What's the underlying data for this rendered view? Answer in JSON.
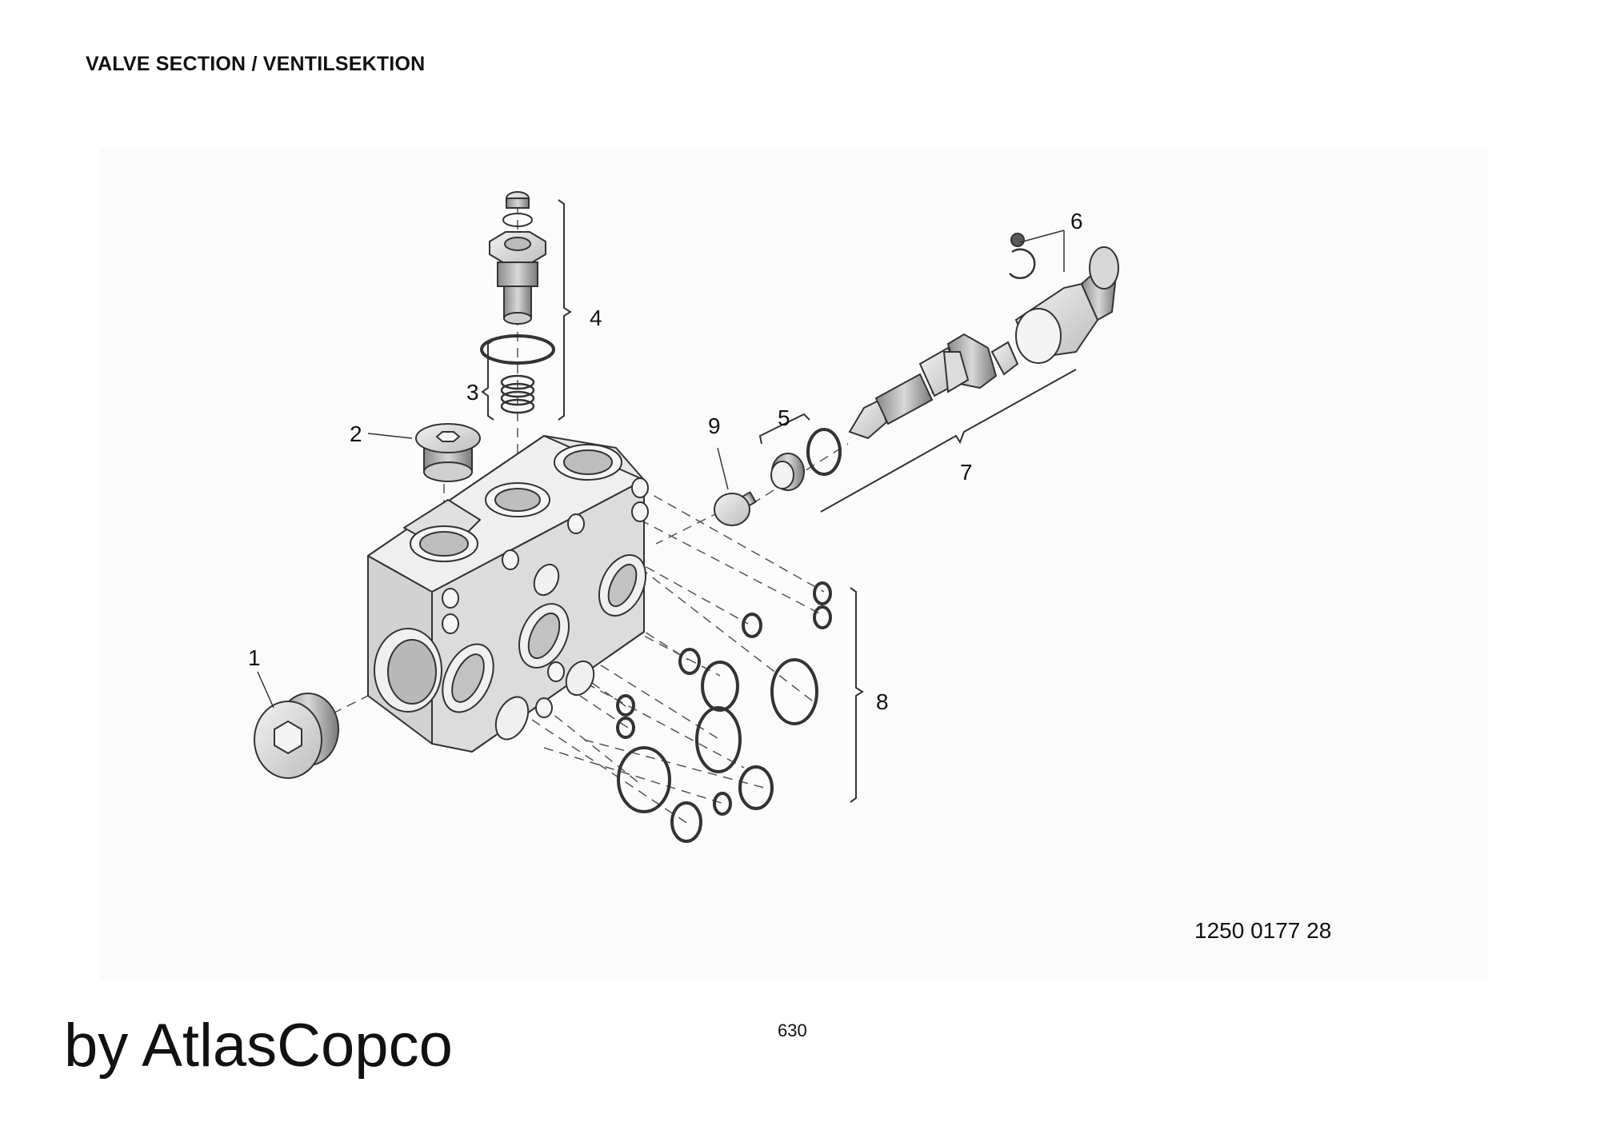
{
  "page": {
    "title": "VALVE SECTION / VENTILSEKTION",
    "drawing_number": "1250 0177 28",
    "page_number": "630",
    "brand": "by AtlasCopco"
  },
  "callouts": [
    "1",
    "2",
    "3",
    "4",
    "5",
    "6",
    "7",
    "8",
    "9"
  ]
}
